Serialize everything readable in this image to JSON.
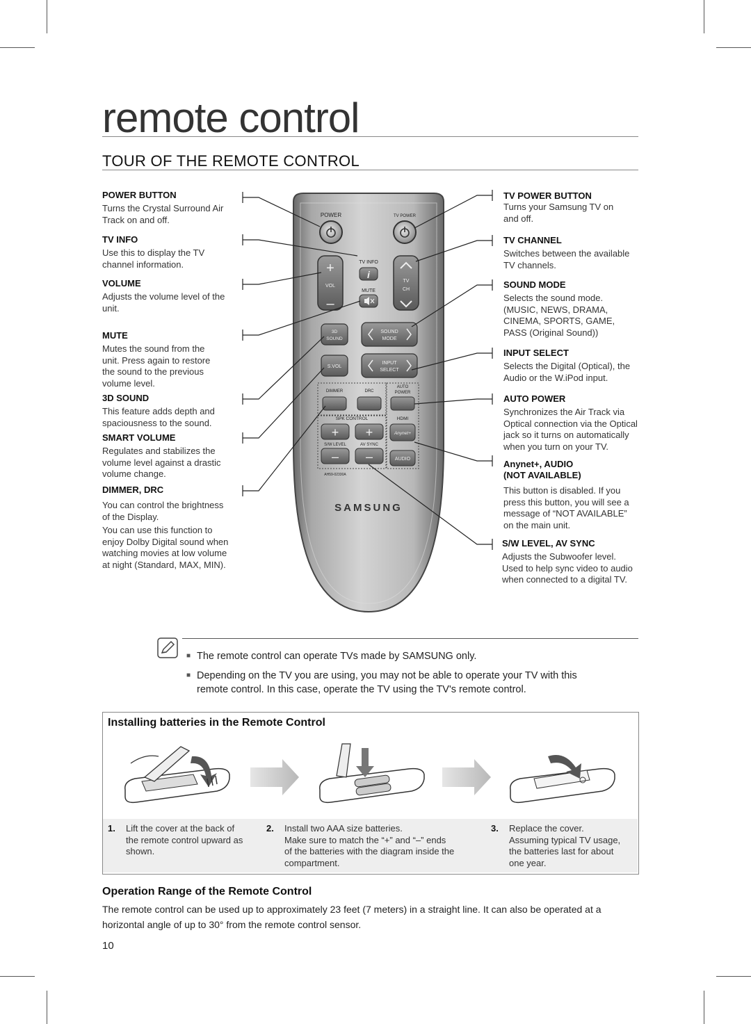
{
  "page": {
    "big_title": "remote control",
    "section_title": "TOUR OF THE REMOTE CONTROL",
    "page_number": "10"
  },
  "left_labels": [
    {
      "label": "POWER BUTTON",
      "desc": [
        "Turns the Crystal Surround Air",
        "Track on and off."
      ]
    },
    {
      "label": "TV INFO",
      "desc": [
        "Use this to display the TV",
        "channel information."
      ]
    },
    {
      "label": "VOLUME",
      "desc": [
        "Adjusts the volume level of the",
        "unit."
      ]
    },
    {
      "label": "MUTE",
      "desc": [
        "Mutes the sound from the",
        "unit. Press again to restore",
        "the sound to the previous",
        "volume level."
      ]
    },
    {
      "label": "3D SOUND",
      "desc": [
        "This feature adds depth and",
        "spaciousness to the sound."
      ]
    },
    {
      "label": "SMART VOLUME",
      "desc": [
        "Regulates and stabilizes the",
        "volume level against a drastic",
        "volume change."
      ]
    },
    {
      "label": "DIMMER, DRC",
      "desc": [
        "You can control the brightness",
        "of  the Display."
      ],
      "desc2": [
        "You can use this function to",
        "enjoy Dolby Digital sound when",
        "watching movies at low volume",
        "at night (Standard, MAX, MIN)."
      ]
    }
  ],
  "right_labels": [
    {
      "label": "TV POWER BUTTON",
      "desc": [
        "Turns your Samsung TV on",
        "and off."
      ]
    },
    {
      "label": "TV CHANNEL",
      "desc": [
        "Switches between the available",
        "TV channels."
      ]
    },
    {
      "label": "SOUND MODE",
      "desc": [
        "Selects the sound mode.",
        "(MUSIC, NEWS, DRAMA,",
        "CINEMA, SPORTS, GAME,",
        "PASS (Original Sound))"
      ]
    },
    {
      "label": "INPUT SELECT",
      "desc": [
        "Selects the Digital (Optical), the",
        "Audio or the W.iPod input."
      ]
    },
    {
      "label": "AUTO POWER",
      "desc": [
        "Synchronizes the Air Track via",
        "Optical connection via the Optical",
        "jack so it turns on automatically",
        "when you turn on your TV."
      ]
    },
    {
      "label": "Anynet+, AUDIO",
      "label2": "(NOT AVAILABLE)",
      "desc": [
        "This button is disabled. If you",
        "press this button, you will see a",
        "message of “NOT AVAILABLE”",
        "on the main unit."
      ]
    },
    {
      "label": "S/W LEVEL, AV SYNC",
      "desc": [
        "Adjusts the Subwoofer level.",
        "Used to help sync video to audio",
        "when connected to a digital TV."
      ]
    }
  ],
  "remote": {
    "power": "POWER",
    "tv_power": "TV POWER",
    "tv_info": "TV INFO",
    "vol": "VOL",
    "mute": "MUTE",
    "tv": "TV",
    "ch": "CH",
    "sound_3d_a": "3D",
    "sound_3d_b": "SOUND",
    "sound_mode_a": "SOUND",
    "sound_mode_b": "MODE",
    "svol": "S.VOL",
    "input_a": "INPUT",
    "input_b": "SELECT",
    "dimmer": "DIMMER",
    "drc": "DRC",
    "auto_a": "AUTO",
    "auto_b": "POWER",
    "spk_control": "SPK CONTROL",
    "hdmi": "HDMI",
    "anynet": "Anynet+",
    "sw_level": "S/W LEVEL",
    "av_sync": "AV SYNC",
    "audio": "AUDIO",
    "model": "AH59-02330A",
    "brand": "SAMSUNG",
    "info_glyph": "i",
    "plus": "+",
    "minus": "–"
  },
  "notes": [
    [
      "The remote control can operate TVs made by SAMSUNG only."
    ],
    [
      "Depending on the TV you are using, you may not be able to operate your TV with this",
      "remote control. In this case, operate the TV using the TV's remote control."
    ]
  ],
  "batteries": {
    "title": "Installing batteries in the Remote Control",
    "steps": [
      {
        "num": "1.",
        "lines": [
          "Lift the cover at the back of",
          "the remote control upward as",
          "shown."
        ]
      },
      {
        "num": "2.",
        "lines": [
          "Install two AAA size batteries.",
          "Make sure to match the “+” and “–” ends",
          "of the batteries with the diagram inside the",
          "compartment."
        ]
      },
      {
        "num": "3.",
        "lines": [
          "Replace the cover.",
          "Assuming typical TV usage,",
          "the batteries last for about",
          "one year."
        ]
      }
    ]
  },
  "operation": {
    "title": "Operation Range of the Remote Control",
    "lines": [
      "The remote control can be used up to approximately 23 feet (7 meters) in a straight line. It can also be operated at a",
      "horizontal angle of up to 30° from the remote control sensor."
    ]
  }
}
